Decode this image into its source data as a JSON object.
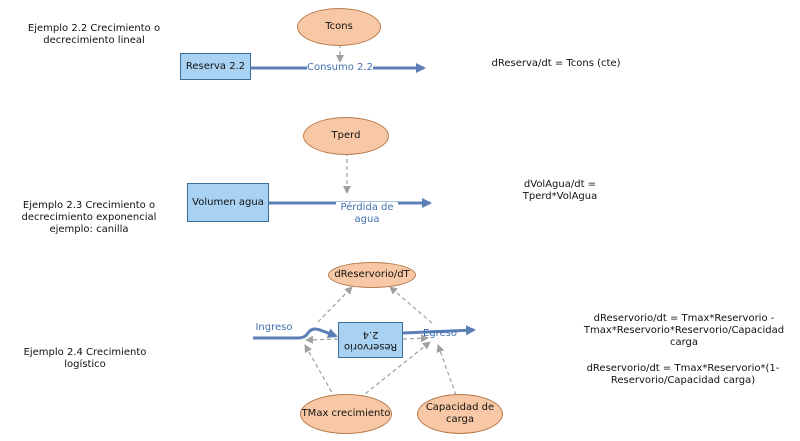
{
  "sections": {
    "s22": {
      "title": "Ejemplo 2.2 Crecimiento o\ndecrecimiento lineal",
      "aux": "Tcons",
      "stock": "Reserva 2.2",
      "flow": "Consumo 2.2",
      "equation": "dReserva/dt = Tcons (cte)"
    },
    "s23": {
      "title": "Ejemplo 2.3 Crecimiento o\ndecrecimiento exponencial\nejemplo: canilla",
      "aux": "Tperd",
      "stock": "Volumen agua",
      "flow": "Pérdida de\nagua",
      "equation": "dVolAgua/dt =\nTperd*VolAgua"
    },
    "s24": {
      "title": "Ejemplo 2.4 Crecimiento\nlogístico",
      "aux_top": "dReservorio/dT",
      "stock": "Reservorio\n2.4",
      "inflow": "Ingreso",
      "outflow": "Egreso",
      "aux_left": "TMax crecimiento",
      "aux_right": "Capacidad de\ncarga",
      "equation1": "dReservorio/dt = Tmax*Reservorio -\nTmax*Reservorio*Reservorio/Capacidad\ncarga",
      "equation2": "dReservorio/dt = Tmax*Reservorio*(1-\nReservorio/Capacidad carga)"
    }
  },
  "colors": {
    "flow_line": "#5b7fb5",
    "stock_fill": "#a9d2f2",
    "aux_fill": "#f8c8a6",
    "link_dash": "#a0a0a0"
  }
}
